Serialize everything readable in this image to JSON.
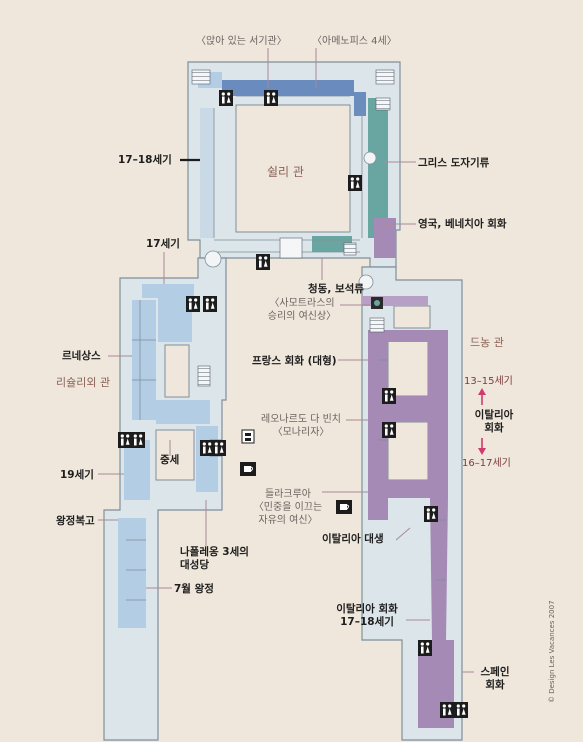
{
  "labels": {
    "empty_chair": "〈앉아 있는 서기관〉",
    "amenophis": "〈아메노피스 4세〉",
    "c17_18": "17–18세기",
    "sully_wing": "쉴리 관",
    "greek_ceramics": "그리스 도자기류",
    "english_venetian": "영국, 베네치아 회화",
    "c17": "17세기",
    "bronzes": "청동, 보석류",
    "samothrace_l1": "〈사모트라스의",
    "samothrace_l2": "승리의 여신상〉",
    "denon_wing": "드농 관",
    "renaissance": "르네상스",
    "richelieu_wing": "리슐리외 관",
    "french_large": "프랑스 회화 (대형)",
    "c13_15": "13–15세기",
    "italian_paint_l1": "이탈리아",
    "italian_paint_l2": "회화",
    "leonardo_l1": "레오나르도 다 빈치",
    "leonardo_l2": "〈모나리자〉",
    "medieval": "중세",
    "c16_17": "16–17세기",
    "c19": "19세기",
    "delacroix_l1": "들라크루아",
    "delacroix_l2": "〈민중을 이끄는",
    "delacroix_l3": "자유의 여신〉",
    "restoration": "왕정복고",
    "italian_sculpture": "이탈리아 대생",
    "napoleon_l1": "나폴레옹 3세의",
    "napoleon_l2": "대성당",
    "july_monarchy": "7월 왕정",
    "italian_1718_l1": "이탈리아 회화",
    "italian_1718_l2": "17–18세기",
    "spanish_l1": "스페인",
    "spanish_l2": "회화",
    "copyright": "© Design Les Vacances 2007"
  },
  "icons": [
    "restroom-icon",
    "cafe-icon",
    "telephone-icon",
    "information-icon",
    "escalator-icon"
  ],
  "colors": {
    "background": "#efe7dc",
    "building": "#dce5ea",
    "wall": "#8a9aa6",
    "blue_section": "#5e83b8",
    "teal_section": "#6aa6a1",
    "purple_section": "#a48ab4",
    "light_blue_section": "#b3cde4",
    "callout_pink": "#a98a98",
    "arrow_pink": "#d23a6c"
  }
}
